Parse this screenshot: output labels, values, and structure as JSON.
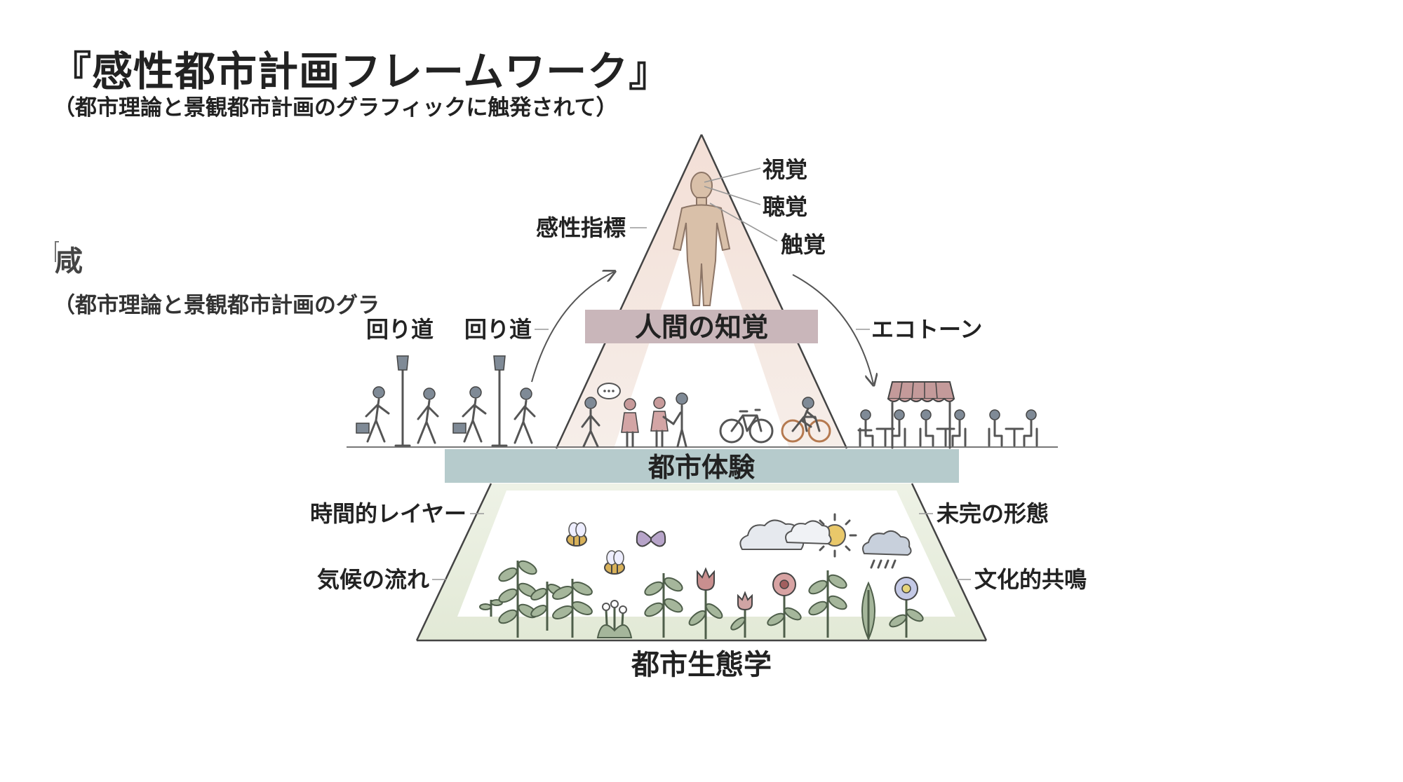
{
  "header": {
    "title": "『感性都市計画フレームワーク』",
    "subtitle": "（都市理論と景観都市計画のグラフィックに触発されて）",
    "ghost_title": "咸",
    "ghost_subtitle": "（都市理論と景観都市計画のグラ"
  },
  "pyramid": {
    "top_band": "人間の知覚",
    "middle_band": "都市体験",
    "base_label": "都市生態学"
  },
  "senses": [
    "視覚",
    "聴覚",
    "触覚"
  ],
  "labels": {
    "sensory_indicator": "感性指標",
    "detour_1": "回り道",
    "detour_2": "回り道",
    "ecotone": "エコトーン",
    "temporal_layer": "時間的レイヤー",
    "climate_flow": "気候の流れ",
    "unfinished_form": "未完の形態",
    "cultural_resonance": "文化的共鳴"
  },
  "colors": {
    "top_band": "#c8b3b7",
    "middle_band": "#b4cacb",
    "top_tint": "#efd6cc",
    "base_tint": "#e5ecd9",
    "outline": "#444444",
    "figure": "#d8bfa8"
  },
  "icons": [
    "human-figure-icon",
    "walking-person-icon",
    "street-lamp-icon",
    "speech-bubble-icon",
    "handshake-people-icon",
    "bicycle-icon",
    "cyclist-icon",
    "cafe-awning-icon",
    "cafe-table-icon",
    "bee-icon",
    "butterfly-icon",
    "cloud-icon",
    "sun-icon",
    "rain-cloud-icon",
    "plant-icon",
    "flower-icon",
    "tulip-icon"
  ]
}
